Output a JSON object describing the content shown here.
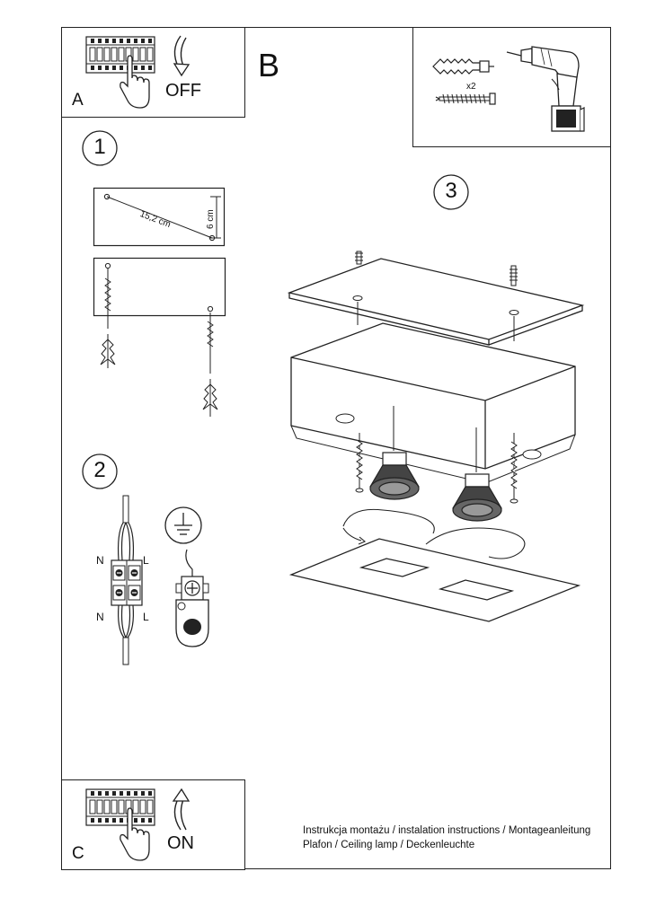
{
  "panels": {
    "a": {
      "letter": "A",
      "action": "OFF"
    },
    "b": {
      "letter": "B",
      "multiplier": "x2"
    },
    "c": {
      "letter": "C",
      "action": "ON"
    }
  },
  "steps": {
    "step1": {
      "number": "1",
      "diagonal": "15,2 cm",
      "height": "6 cm"
    },
    "step2": {
      "number": "2",
      "n_top": "N",
      "l_top": "L",
      "n_bottom": "N",
      "l_bottom": "L"
    },
    "step3": {
      "number": "3"
    }
  },
  "caption": {
    "line1": "Instrukcja montażu / instalation instructions / Montageanleitung",
    "line2": "Plafon / Ceiling lamp / Deckenleuchte"
  }
}
